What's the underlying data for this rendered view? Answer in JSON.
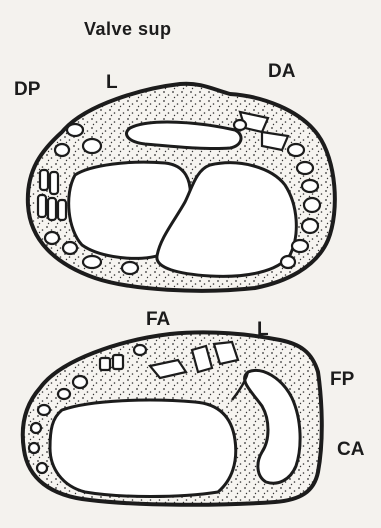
{
  "title": "Valve sup",
  "labels": {
    "dp": "DP",
    "l_top": "L",
    "da": "DA",
    "fa": "FA",
    "l_bottom": "L",
    "fp": "FP",
    "ca": "CA"
  },
  "colors": {
    "ink": "#1c1c1c",
    "paper": "#f4f2ee",
    "cavity": "#ffffff"
  }
}
